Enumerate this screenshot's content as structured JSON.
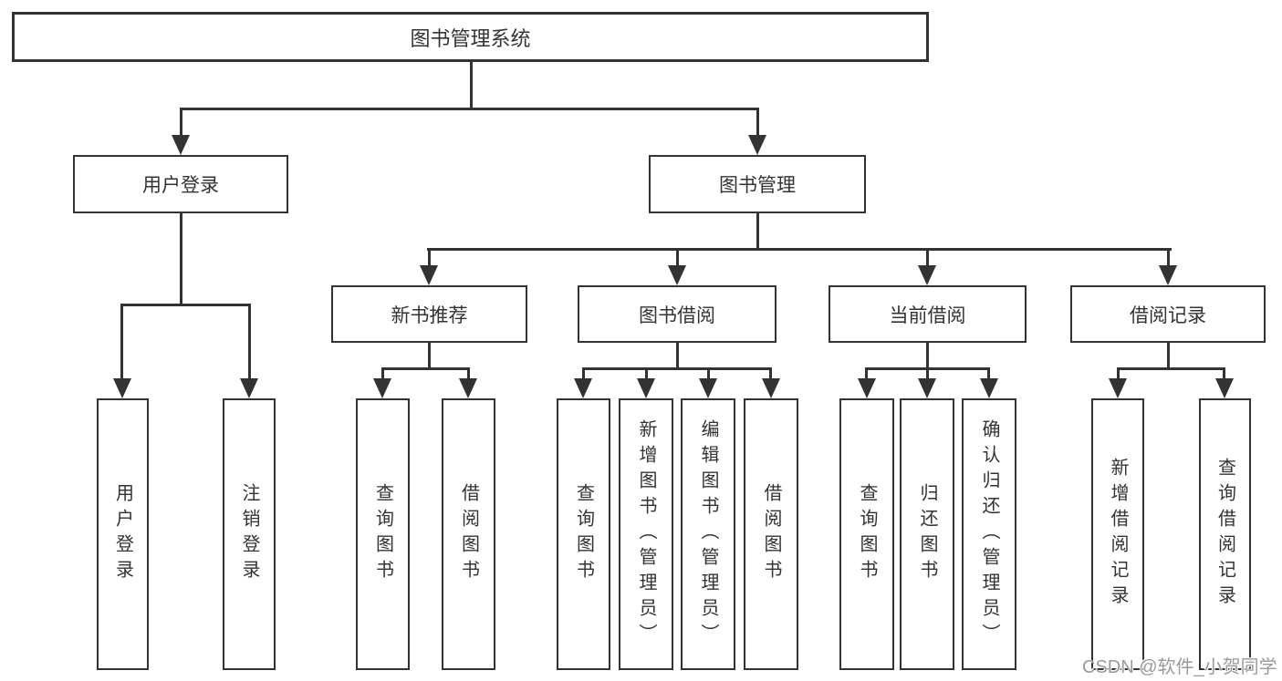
{
  "tree": {
    "root": "图书管理系统",
    "branches": [
      {
        "label": "用户登录",
        "children": [
          {
            "label": "用户登录"
          },
          {
            "label": "注销登录"
          }
        ]
      },
      {
        "label": "图书管理",
        "children": [
          {
            "label": "新书推荐",
            "children": [
              {
                "label": "查询图书"
              },
              {
                "label": "借阅图书"
              }
            ]
          },
          {
            "label": "图书借阅",
            "children": [
              {
                "label": "查询图书"
              },
              {
                "label": "新增图书（管理员）"
              },
              {
                "label": "编辑图书（管理员）"
              },
              {
                "label": "借阅图书"
              }
            ]
          },
          {
            "label": "当前借阅",
            "children": [
              {
                "label": "查询图书"
              },
              {
                "label": "归还图书"
              },
              {
                "label": "确认归还（管理员）"
              }
            ]
          },
          {
            "label": "借阅记录",
            "children": [
              {
                "label": "新增借阅记录"
              },
              {
                "label": "查询借阅记录"
              }
            ]
          }
        ]
      }
    ]
  },
  "watermark": "CSDN @软件_小贺同学",
  "colors": {
    "line": "#333333",
    "text": "#333333",
    "watermark": "#9a9a9a",
    "background": "#ffffff"
  }
}
